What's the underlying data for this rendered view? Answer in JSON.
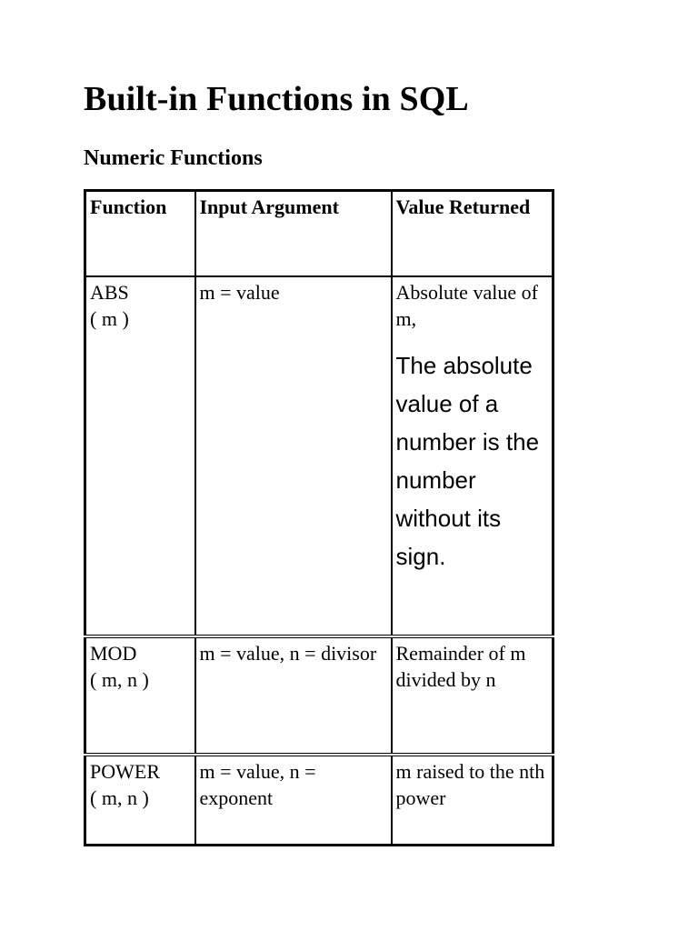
{
  "document": {
    "title": "Built-in Functions in SQL",
    "subtitle": "Numeric Functions"
  },
  "table": {
    "headers": {
      "function": "Function",
      "input_argument": "Input Argument",
      "value_returned": "Value Returned"
    },
    "rows": [
      {
        "function": "ABS\n( m )",
        "input_argument": "m = value",
        "value_returned_primary": "Absolute value of m,",
        "value_returned_note": "The absolute value of a number is the number without its sign."
      },
      {
        "function": "MOD\n( m, n )",
        "input_argument": "m = value, n = divisor",
        "value_returned_primary": "Remainder of m divided by n"
      },
      {
        "function": "POWER\n( m, n )",
        "input_argument": "m = value, n = exponent",
        "value_returned_primary": "m raised to the nth power"
      }
    ]
  }
}
